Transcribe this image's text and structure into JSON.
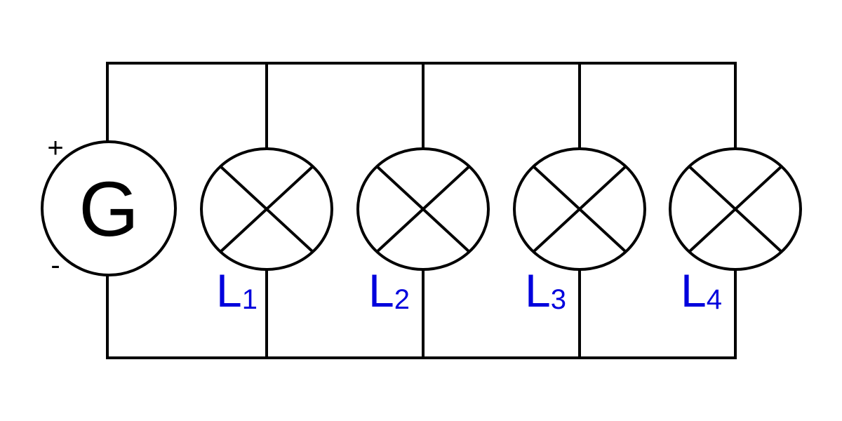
{
  "generator": {
    "letter": "G",
    "plus": "+",
    "minus": "-"
  },
  "lamps": [
    {
      "letter": "L",
      "index": "1"
    },
    {
      "letter": "L",
      "index": "2"
    },
    {
      "letter": "L",
      "index": "3"
    },
    {
      "letter": "L",
      "index": "4"
    }
  ],
  "colors": {
    "wire": "#000000",
    "label": "#0000dd"
  }
}
